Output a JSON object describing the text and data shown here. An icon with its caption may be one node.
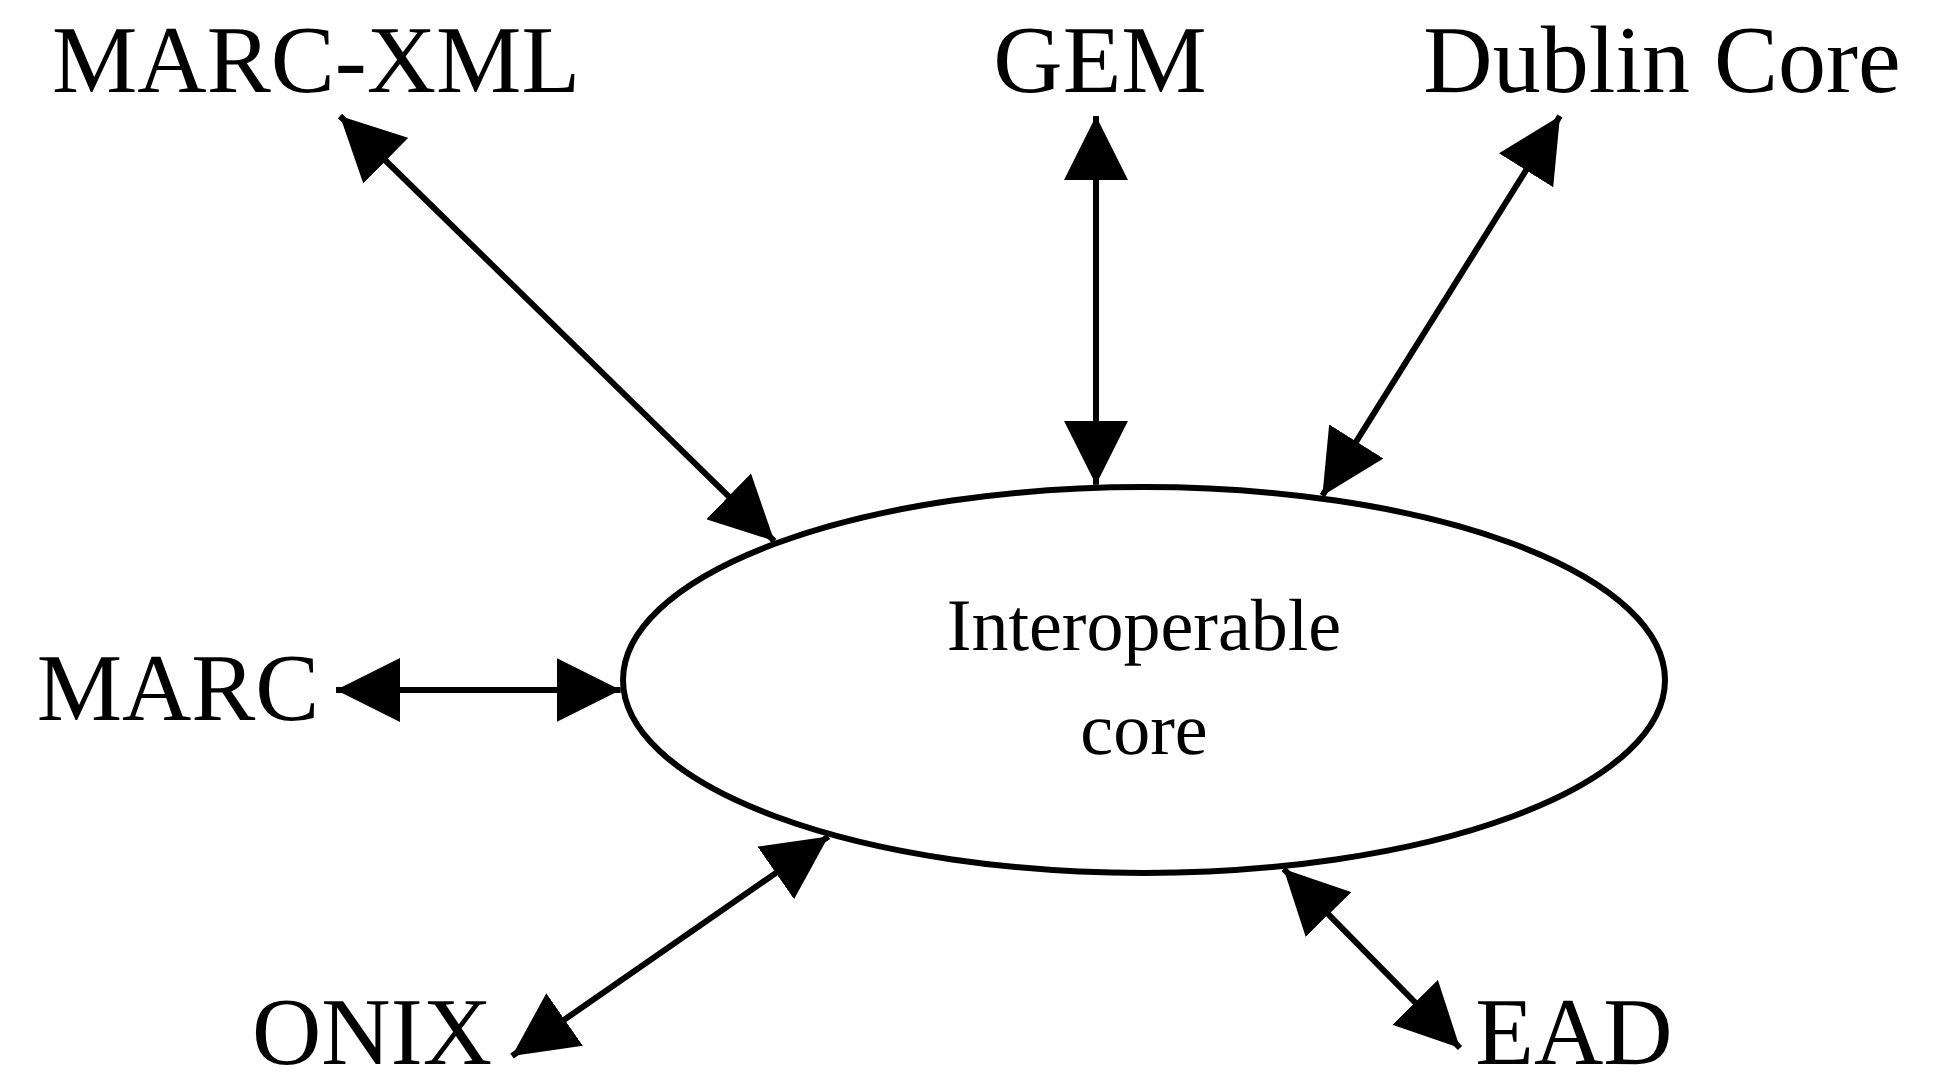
{
  "diagram": {
    "nodes": [
      {
        "text": [
          "MARC-XML"
        ]
      },
      {
        "text": [
          "GEM"
        ]
      },
      {
        "text": [
          "Dublin Core"
        ]
      },
      {
        "text": [
          "Interoperable core"
        ]
      },
      {
        "text": [
          "MARC"
        ]
      },
      {
        "text": [
          "ONIX"
        ]
      },
      {
        "text": [
          "EAD"
        ]
      }
    ],
    "edges": [
      {
        "from": 0,
        "to": 3,
        "arrow": "both"
      },
      {
        "from": 1,
        "to": 3,
        "arrow": "both"
      },
      {
        "from": 2,
        "to": 3,
        "arrow": "both"
      },
      {
        "from": 4,
        "to": 3,
        "arrow": "both"
      },
      {
        "from": 5,
        "to": 3,
        "arrow": "both"
      },
      {
        "from": 6,
        "to": 3,
        "arrow": "both"
      }
    ]
  }
}
